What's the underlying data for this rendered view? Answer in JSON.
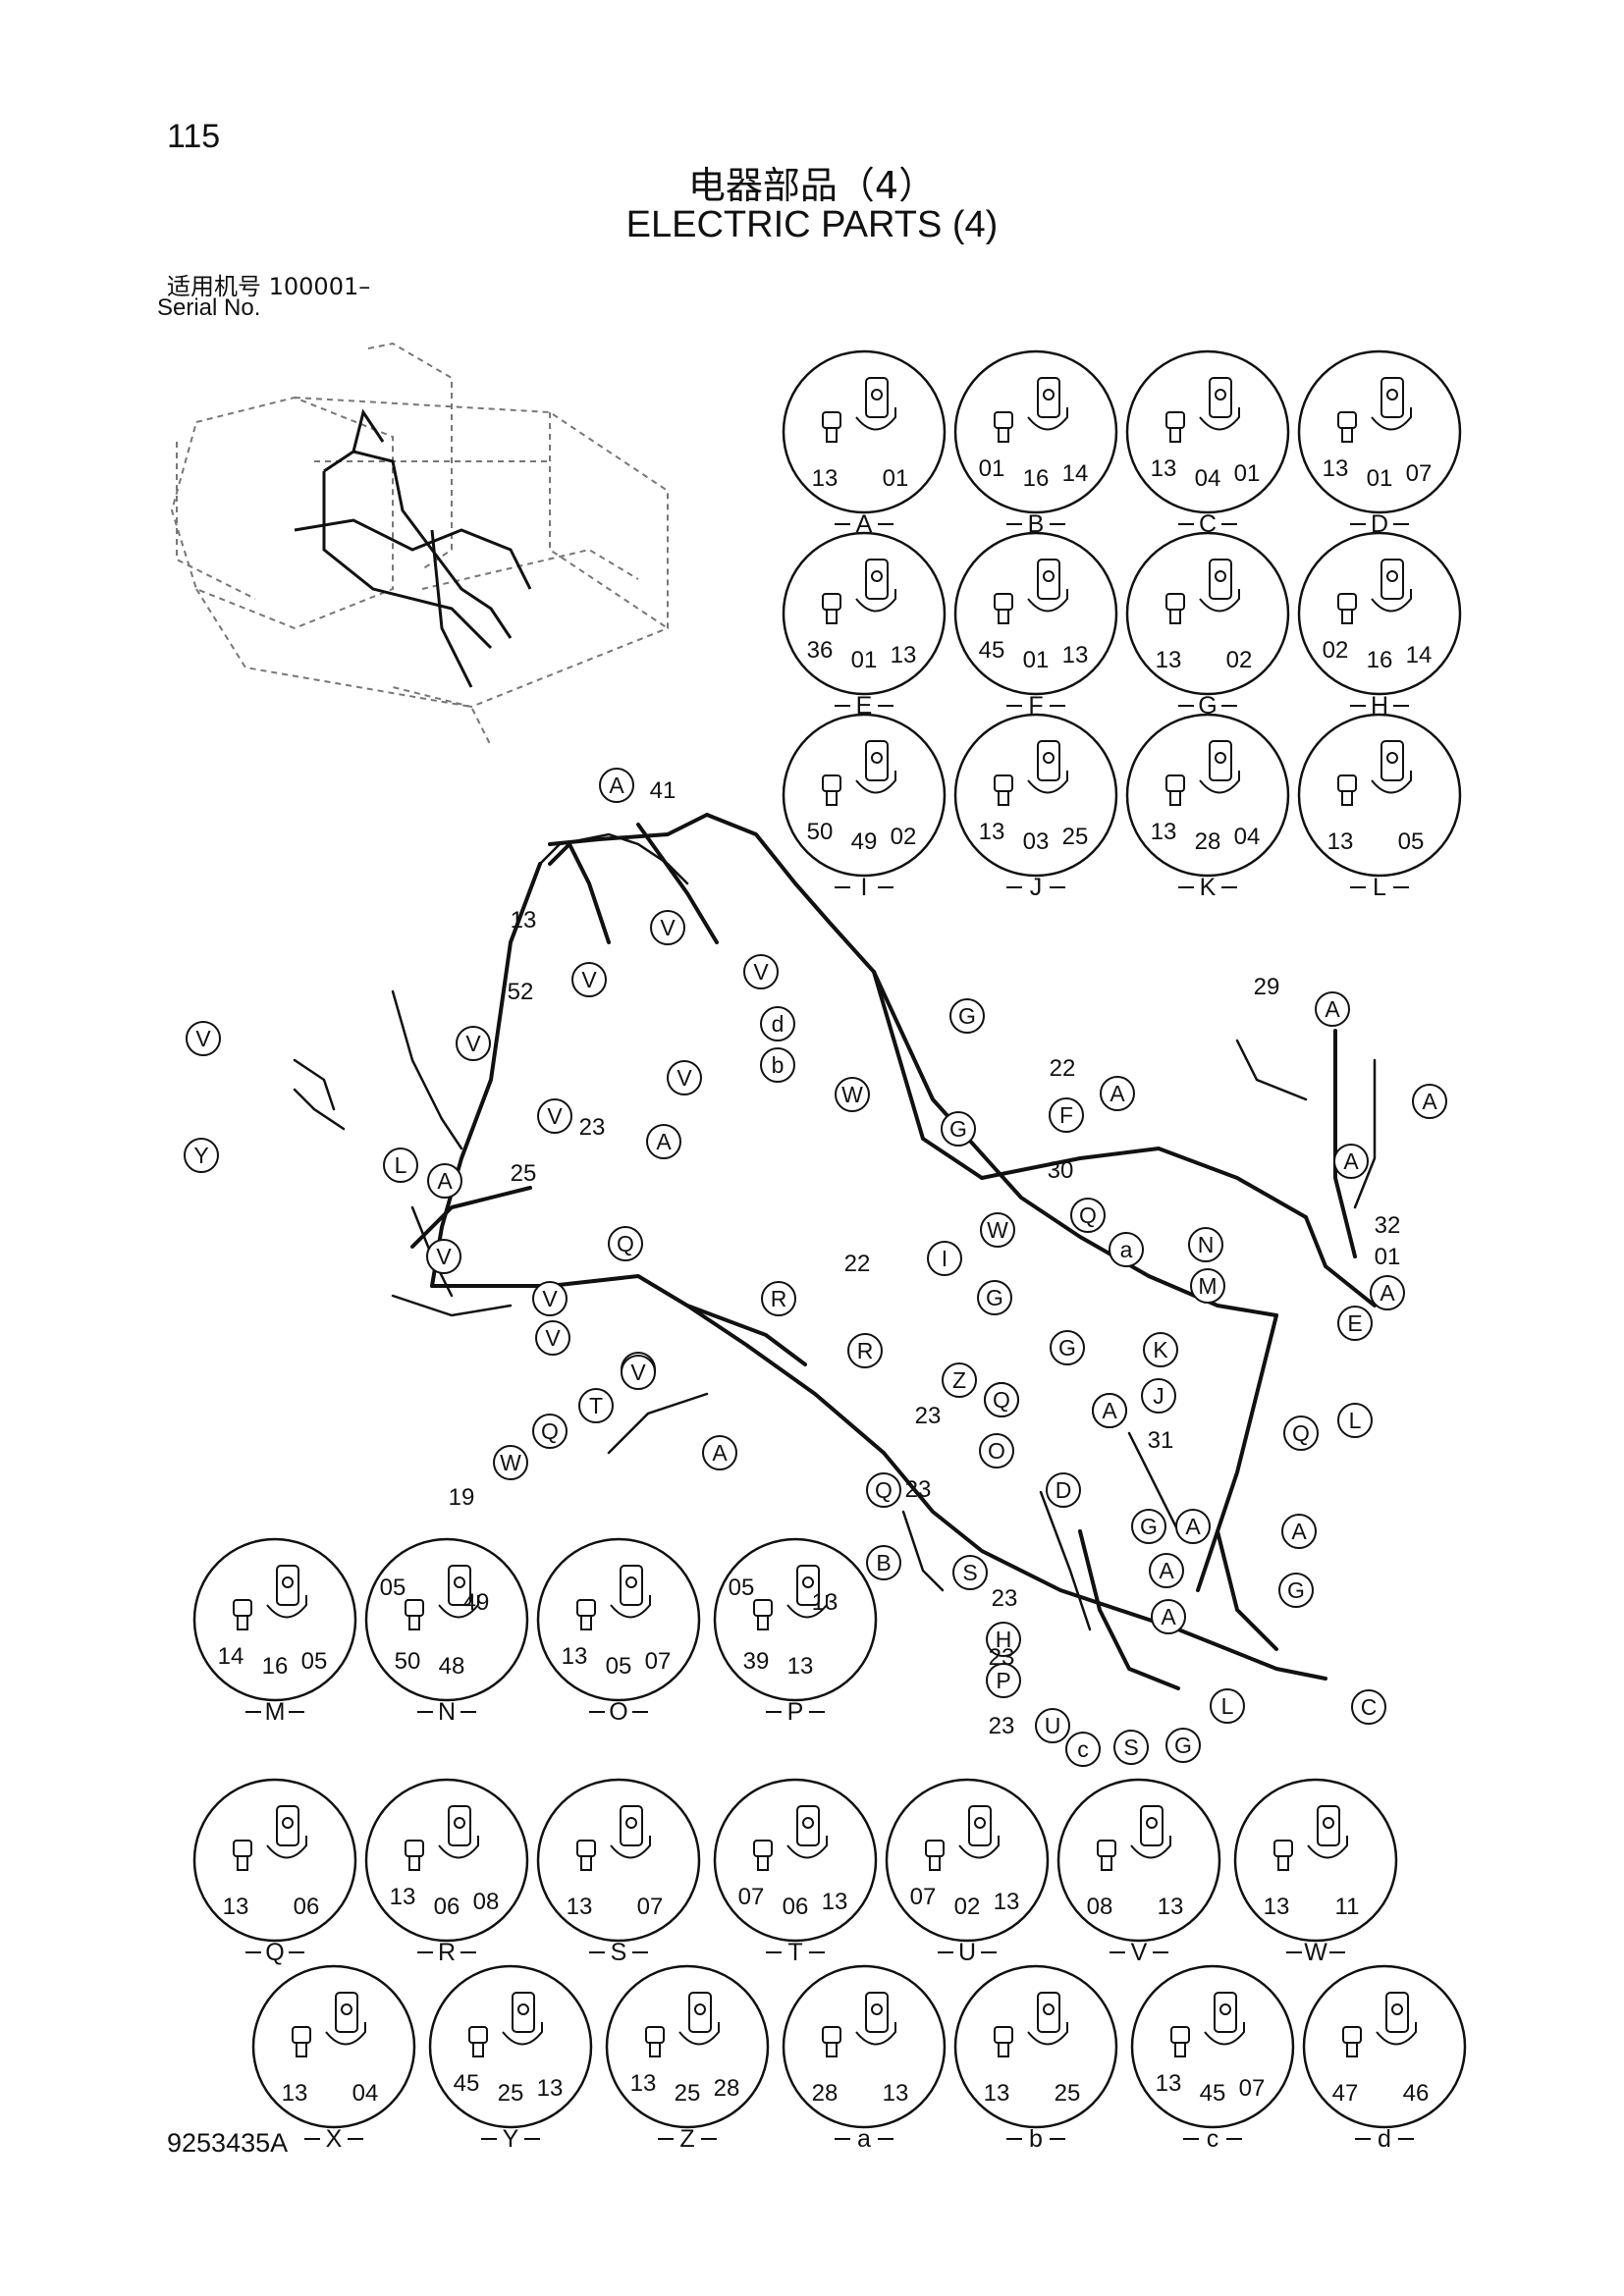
{
  "header": {
    "page_number": "115",
    "title_cn": "电器部品（4）",
    "title_en": "ELECTRIC PARTS (4)",
    "serial_cn": "适用机号  100001–",
    "serial_en": "Serial No."
  },
  "footer": {
    "doc_number": "9253435A"
  },
  "details": [
    {
      "letter": "A",
      "parts": [
        "13",
        "01"
      ]
    },
    {
      "letter": "B",
      "parts": [
        "01",
        "16",
        "14"
      ]
    },
    {
      "letter": "C",
      "parts": [
        "13",
        "04",
        "01"
      ]
    },
    {
      "letter": "D",
      "parts": [
        "13",
        "01",
        "07"
      ]
    },
    {
      "letter": "E",
      "parts": [
        "36",
        "01",
        "13"
      ]
    },
    {
      "letter": "F",
      "parts": [
        "45",
        "01",
        "13"
      ]
    },
    {
      "letter": "G",
      "parts": [
        "13",
        "02"
      ]
    },
    {
      "letter": "H",
      "parts": [
        "02",
        "16",
        "14"
      ]
    },
    {
      "letter": "I",
      "parts": [
        "50",
        "49",
        "02"
      ]
    },
    {
      "letter": "J",
      "parts": [
        "13",
        "03",
        "25"
      ]
    },
    {
      "letter": "K",
      "parts": [
        "13",
        "28",
        "04"
      ]
    },
    {
      "letter": "L",
      "parts": [
        "13",
        "05"
      ]
    },
    {
      "letter": "M",
      "parts": [
        "14",
        "16",
        "05"
      ]
    },
    {
      "letter": "N",
      "parts": [
        "05",
        "49",
        "50",
        "48"
      ]
    },
    {
      "letter": "O",
      "parts": [
        "13",
        "05",
        "07"
      ]
    },
    {
      "letter": "P",
      "parts": [
        "05",
        "13",
        "39",
        "13"
      ]
    },
    {
      "letter": "Q",
      "parts": [
        "13",
        "06"
      ]
    },
    {
      "letter": "R",
      "parts": [
        "13",
        "06",
        "08"
      ]
    },
    {
      "letter": "S",
      "parts": [
        "13",
        "07"
      ]
    },
    {
      "letter": "T",
      "parts": [
        "07",
        "06",
        "13"
      ]
    },
    {
      "letter": "U",
      "parts": [
        "07",
        "02",
        "13"
      ]
    },
    {
      "letter": "V",
      "parts": [
        "08",
        "13"
      ]
    },
    {
      "letter": "W",
      "parts": [
        "13",
        "11"
      ]
    },
    {
      "letter": "X",
      "parts": [
        "13",
        "04"
      ]
    },
    {
      "letter": "Y",
      "parts": [
        "45",
        "25",
        "13"
      ]
    },
    {
      "letter": "Z",
      "parts": [
        "13",
        "25",
        "28"
      ]
    },
    {
      "letter": "a",
      "parts": [
        "28",
        "13"
      ]
    },
    {
      "letter": "b",
      "parts": [
        "13",
        "25"
      ]
    },
    {
      "letter": "c",
      "parts": [
        "13",
        "45",
        "07"
      ]
    },
    {
      "letter": "d",
      "parts": [
        "47",
        "46"
      ]
    }
  ],
  "callouts": [
    "A",
    "41",
    "13",
    "52",
    "V",
    "V",
    "V",
    "V",
    "d",
    "b",
    "V",
    "V",
    "23",
    "A",
    "V",
    "Y",
    "A",
    "L",
    "25",
    "G",
    "W",
    "22",
    "F",
    "A",
    "A",
    "29",
    "A",
    "A",
    "G",
    "30",
    "22",
    "Q",
    "a",
    "W",
    "I",
    "N",
    "32",
    "01",
    "M",
    "E",
    "A",
    "G",
    "G",
    "V",
    "V",
    "Q",
    "V",
    "V",
    "R",
    "T",
    "V",
    "Q",
    "W",
    "A",
    "19",
    "K",
    "J",
    "Q",
    "A",
    "L",
    "R",
    "Z",
    "Q",
    "23",
    "A",
    "31",
    "O",
    "Q",
    "23",
    "23",
    "D",
    "G",
    "A",
    "A",
    "Q",
    "B",
    "S",
    "23",
    "A",
    "G",
    "H",
    "A",
    "23",
    "P",
    "L",
    "23",
    "U",
    "c",
    "S",
    "G",
    "C"
  ]
}
